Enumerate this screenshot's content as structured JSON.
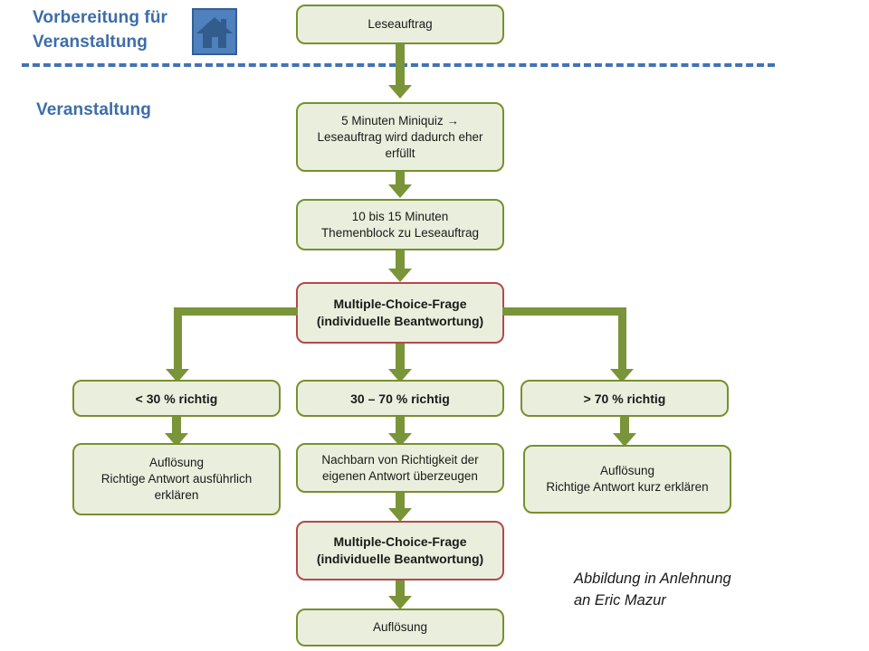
{
  "header": {
    "phase_preparation": "Vorbereitung für\nVeranstaltung",
    "phase_event": "Veranstaltung",
    "house_icon_name": "house-icon"
  },
  "colors": {
    "accent_blue": "#4E81BD",
    "divider_blue": "#4273B4",
    "node_border_green": "#77902F",
    "node_fill": "#EAEFDD",
    "connector_green": "#7A9439",
    "accent_red": "#B3494B",
    "heading_blue": "#3E6DA8"
  },
  "nodes": {
    "leseauftrag": "Leseauftrag",
    "miniquiz": "5 Minuten Miniquiz →\nLeseauftrag wird dadurch eher\nerfüllt",
    "themenblock": "10 bis 15 Minuten\nThemenblock zu Leseauftrag",
    "mc_frage_1": "Multiple-Choice-Frage\n(individuelle Beantwortung)",
    "branch_low": "< 30 % richtig",
    "branch_mid": "30 – 70 % richtig",
    "branch_high": "> 70 % richtig",
    "result_low": "Auflösung\nRichtige Antwort ausführlich\nerklären",
    "result_mid": "Nachbarn von Richtigkeit der\neigenen Antwort überzeugen",
    "result_high": "Auflösung\nRichtige Antwort kurz erklären",
    "mc_frage_2": "Multiple-Choice-Frage\n(individuelle Beantwortung)",
    "final": "Auflösung"
  },
  "caption": "Abbildung in Anlehnung\nan Eric Mazur"
}
